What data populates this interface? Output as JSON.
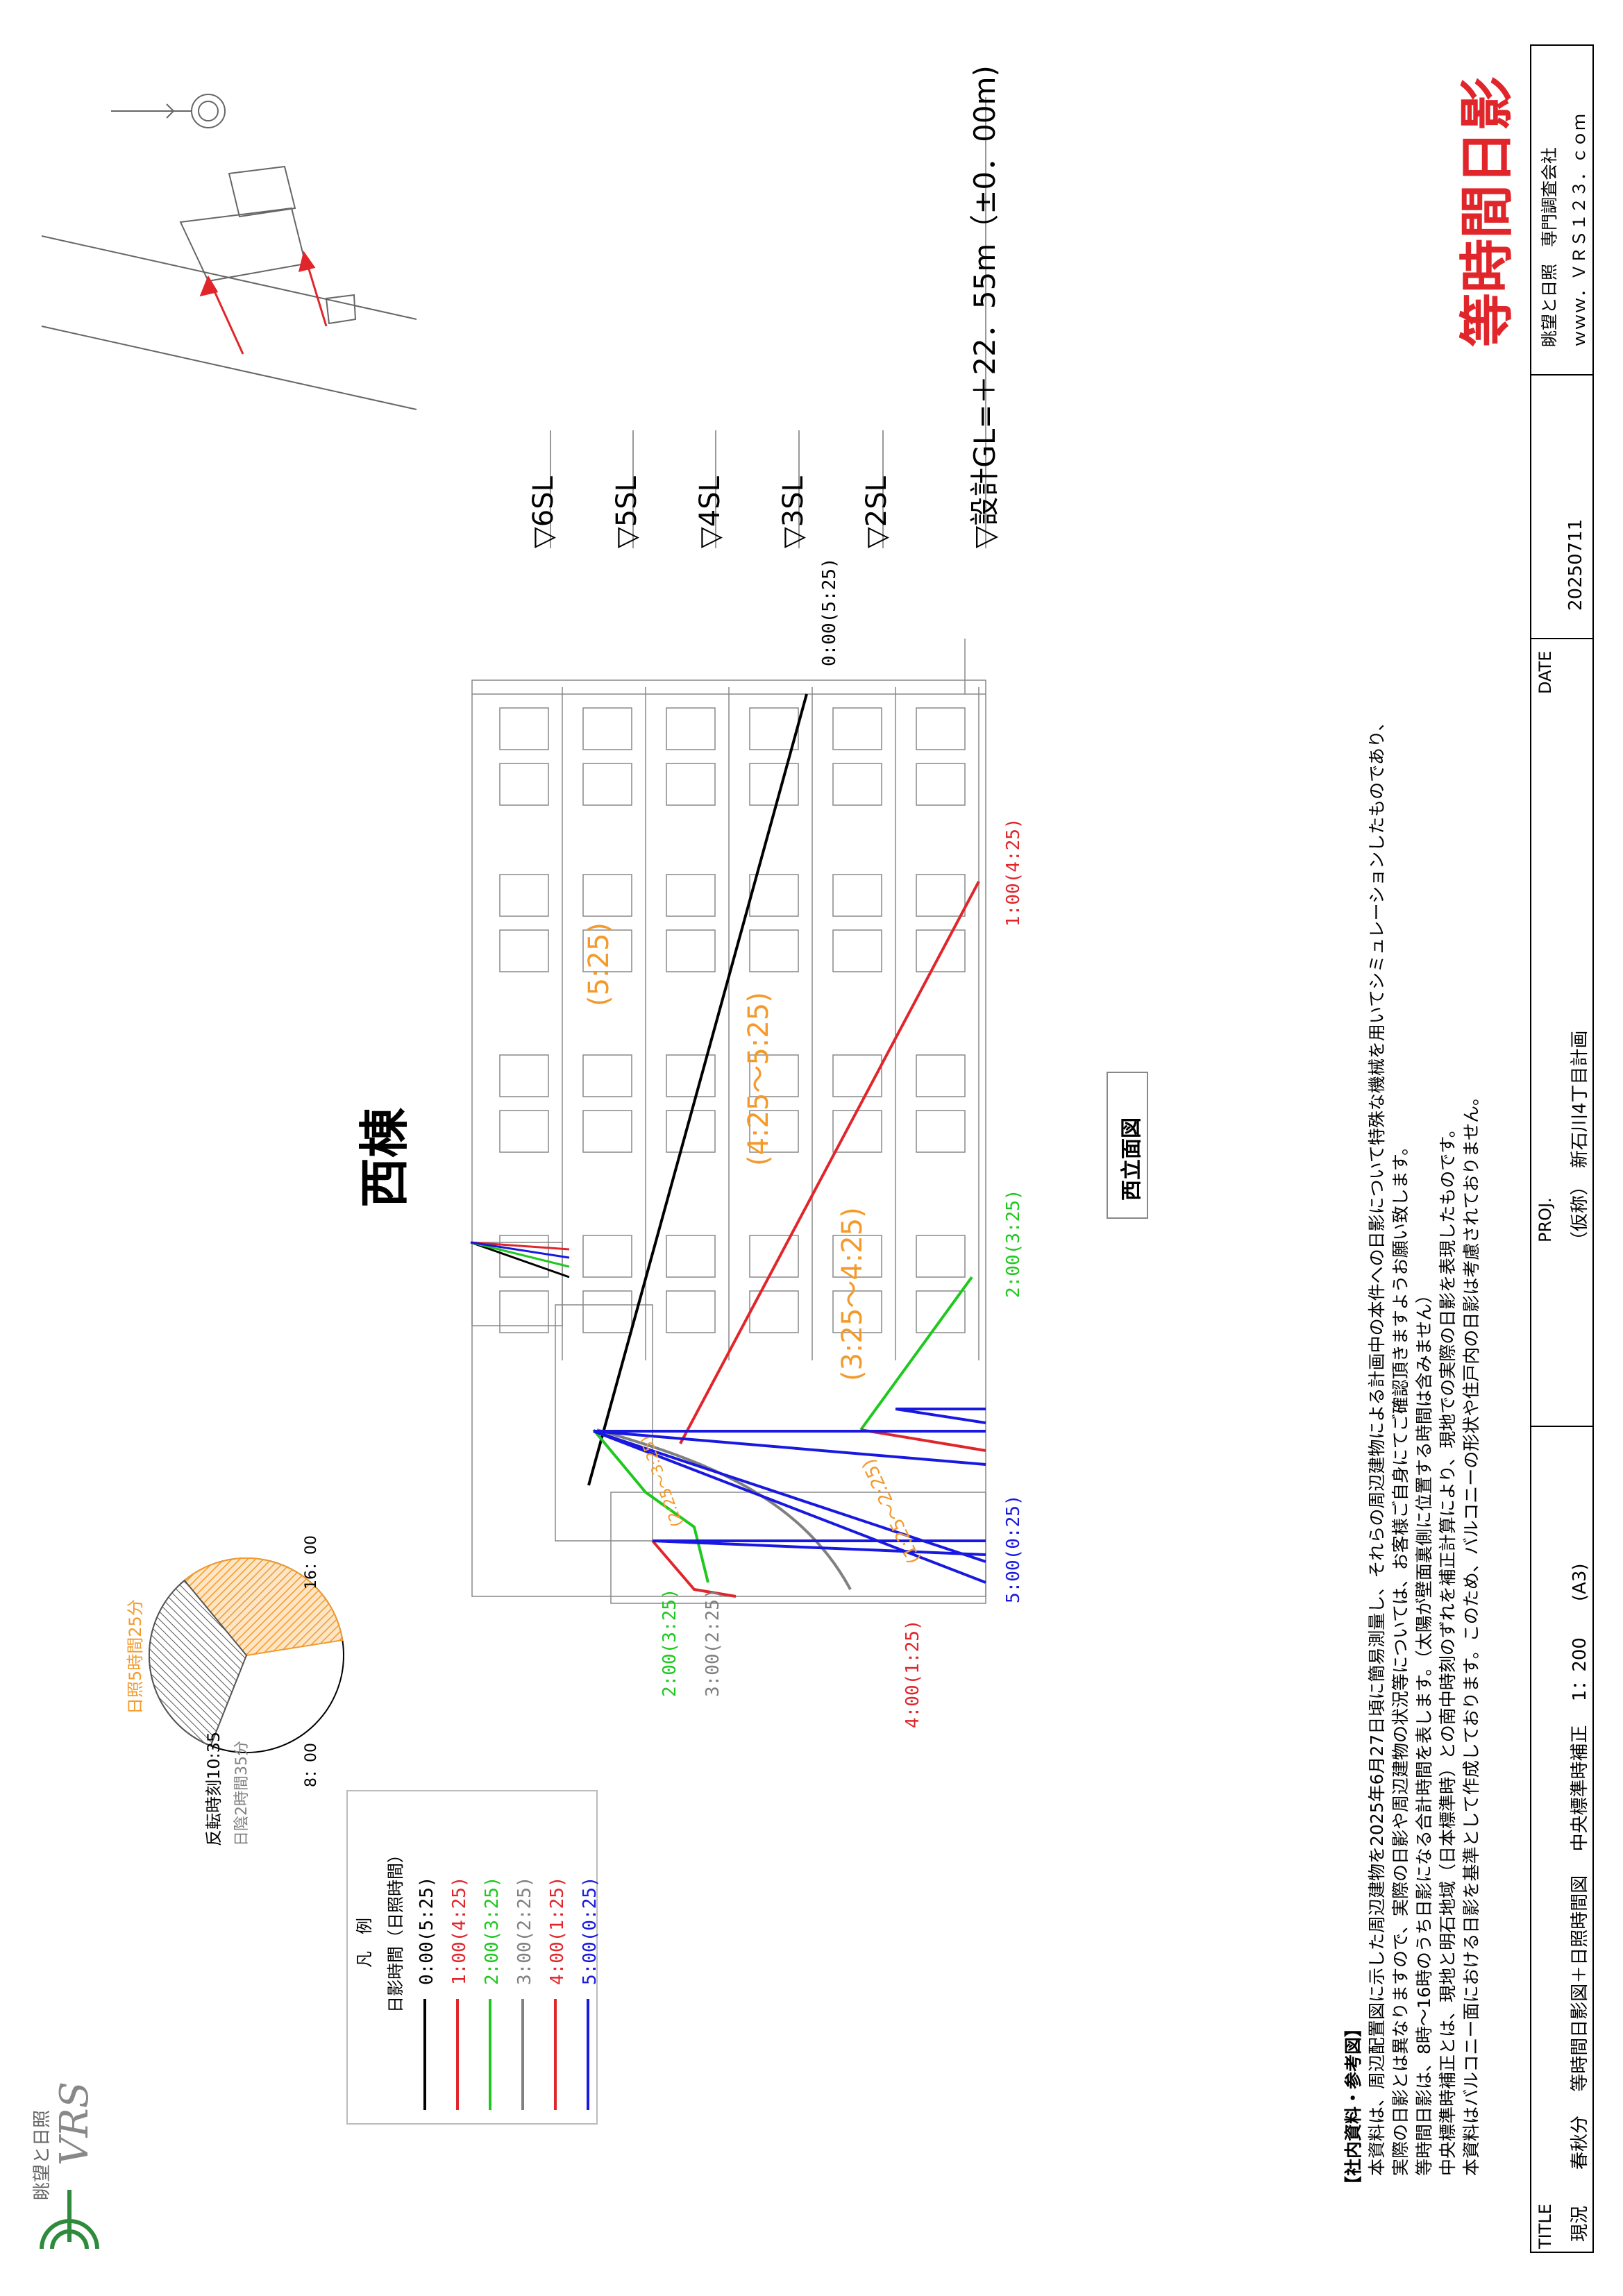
{
  "brand": {
    "name": "眺望と日照",
    "logo": "VRS",
    "company": "眺望と日照　専門調査会社",
    "website": "ｗｗｗ．ＶＲＳ１２３．ｃｏｍ"
  },
  "header": {
    "main_title": "等時間日影",
    "main_title_color": "#e0262b"
  },
  "building": {
    "name": "西棟",
    "view_label": "西立面図"
  },
  "levels": {
    "floors": [
      "▽6SL",
      "▽5SL",
      "▽4SL",
      "▽3SL",
      "▽2SL"
    ],
    "design_gl": "▽設計GL=＋22．55m（±0．00m)"
  },
  "legend": {
    "title": "凡　例",
    "header": "日影時間（日照時間）",
    "items": [
      {
        "label": "0:00(5:25)",
        "color": "#000000"
      },
      {
        "label": "1:00(4:25)",
        "color": "#e0262b"
      },
      {
        "label": "2:00(3:25)",
        "color": "#1ec81e"
      },
      {
        "label": "3:00(2:25)",
        "color": "#808080"
      },
      {
        "label": "4:00(1:25)",
        "color": "#e0262b"
      },
      {
        "label": "5:00(0:25)",
        "color": "#1818e0"
      }
    ]
  },
  "line_labels": [
    {
      "text": "0:00(5:25)",
      "color": "#000000"
    },
    {
      "text": "1:00(4:25)",
      "color": "#e0262b"
    },
    {
      "text": "2:00(3:25)",
      "color": "#1ec81e"
    },
    {
      "text": "2:00(3:25)",
      "color": "#1ec81e"
    },
    {
      "text": "3:00(2:25)",
      "color": "#808080"
    },
    {
      "text": "4:00(1:25)",
      "color": "#e0262b"
    },
    {
      "text": "5:00(0:25)",
      "color": "#1818e0"
    }
  ],
  "zone_labels": [
    {
      "text": "(5:25)",
      "color": "#f39a2b"
    },
    {
      "text": "(4:25～5:25)",
      "color": "#f39a2b"
    },
    {
      "text": "(3:25～4:25)",
      "color": "#f39a2b"
    },
    {
      "text": "(2:25～3:25)",
      "color": "#f39a2b"
    },
    {
      "text": "(1:25～2:25)",
      "color": "#f39a2b"
    }
  ],
  "sun_chart": {
    "sunlight_label": "日照5時間25分",
    "shade_label": "日陰2時間35分",
    "reversal_label": "反転時刻10:35",
    "start_time": "8：00",
    "end_time": "16：00",
    "sun_color": "#f39a2b",
    "shade_color": "#808080"
  },
  "notes": {
    "title": "【社内資料・参考図】",
    "lines": [
      "本資料は、周辺配置図に示した周辺建物を2025年6月27日頃に簡易測量し、それらの周辺建物による計画中の本件への日影について特殊な機械を用いてシミュレーションしたものであり、",
      "実際の日影とは異なりますので、実際の日影や周辺建物の状況等については、お客様ご自身にてご確認頂きますようお願い致します。",
      "等時間日影は、8時～16時のうち日影になる合計時間を表します。（太陽が壁面裏側に位置する時間は含みません）",
      "中央標準時補正とは、現地と明石地域（日本標準時）との南中時刻のずれを補正計算により、現地での実際の日影を表現したものです。",
      "本資料はバルコニー面における日影を基準として作成しております。このため、バルコニーの形状や住戸内の日影は考慮されておりません。"
    ]
  },
  "title_block": {
    "title_label": "TITLE",
    "title_value": "現況　　春秋分　 等時間日影図＋日照時間図　 中央標準時補正　 1：200　　(A3)",
    "proj_label": "PROJ.",
    "proj_value": "（仮称）　新石川4丁目計画",
    "date_label": "DATE",
    "date_value": "20250711"
  }
}
